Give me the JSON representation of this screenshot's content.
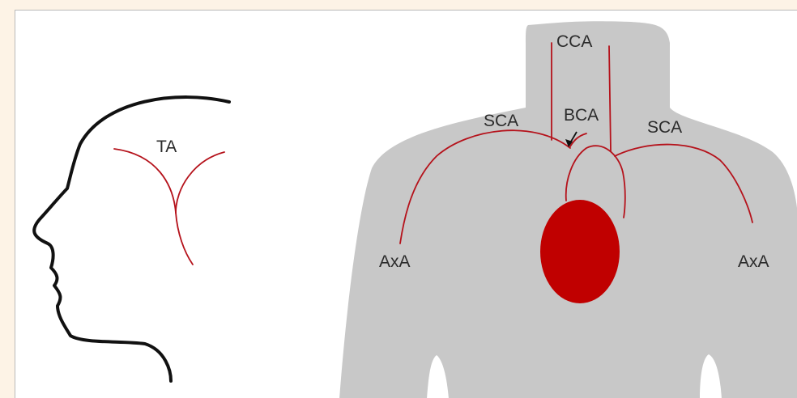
{
  "labels": {
    "ta": "TA",
    "cca": "CCA",
    "sca_left": "SCA",
    "sca_right": "SCA",
    "bca": "BCA",
    "axa_left": "AxA",
    "axa_right": "AxA"
  },
  "colors": {
    "artery": "#b5121b",
    "heart": "#c00000",
    "torso": "#c8c8c8",
    "outline": "#111111",
    "label_text": "#2b2b2b"
  }
}
